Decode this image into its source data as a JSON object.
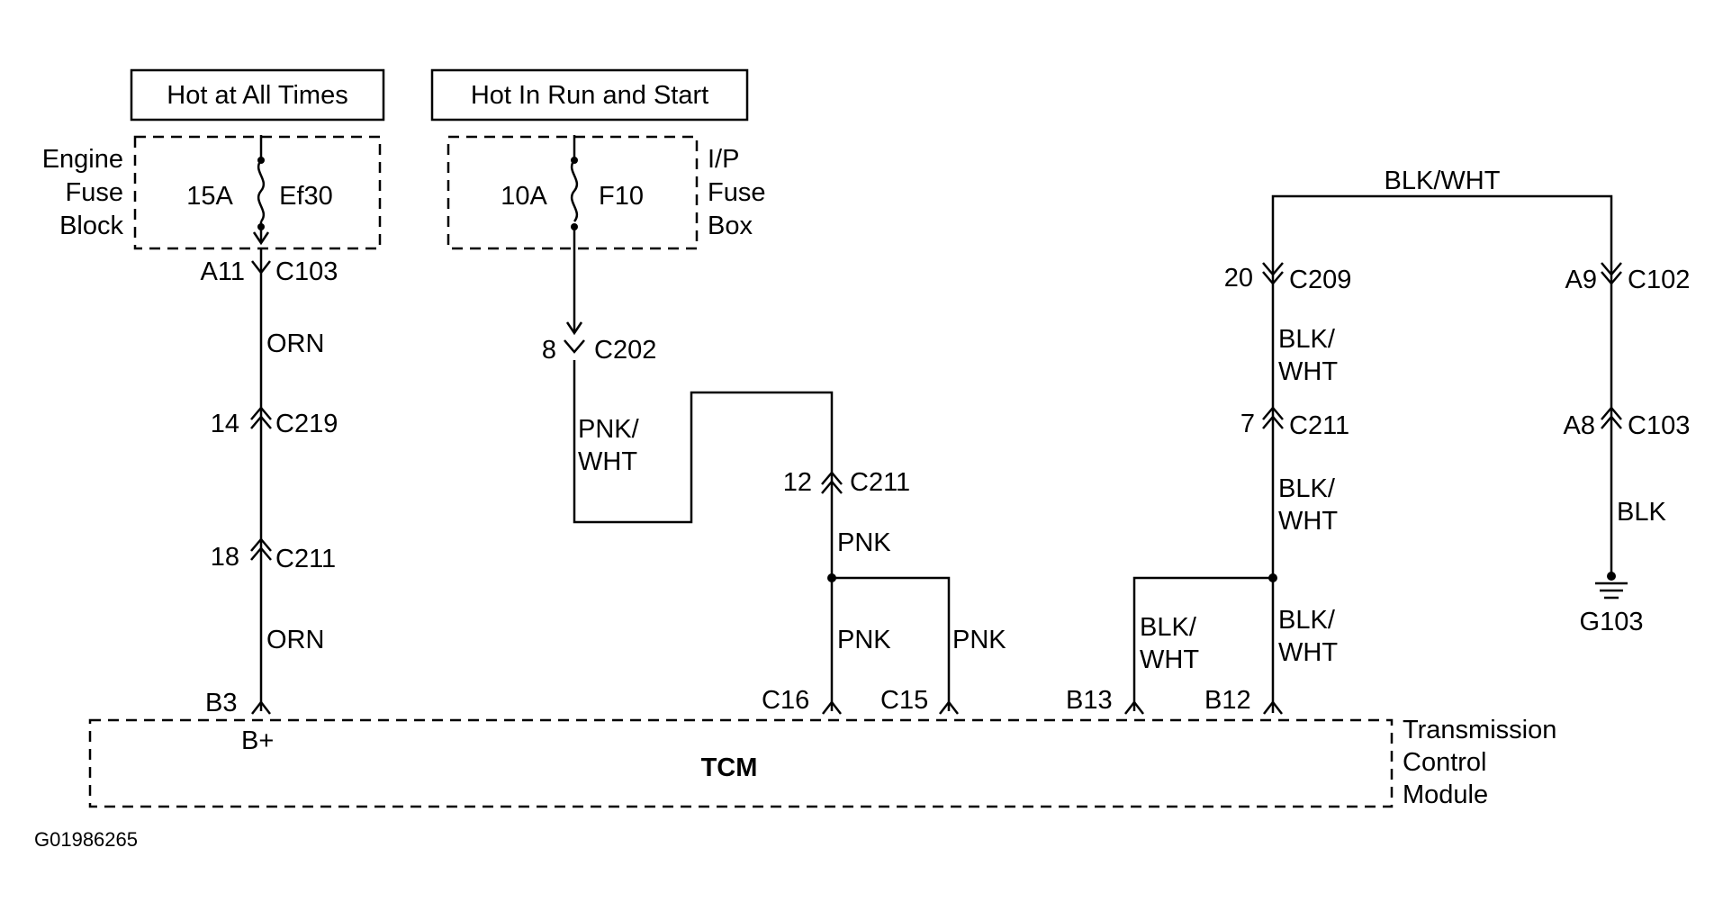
{
  "sources": {
    "hot_all_times": "Hot at All Times",
    "hot_run_start": "Hot In Run and Start"
  },
  "engine_fuse_block": {
    "label_line1": "Engine",
    "label_line2": "Fuse",
    "label_line3": "Block",
    "rating": "15A",
    "fuse": "Ef30"
  },
  "ip_fuse_box": {
    "label_line1": "I/P",
    "label_line2": "Fuse",
    "label_line3": "Box",
    "rating": "10A",
    "fuse": "F10"
  },
  "circuit_b_plus": {
    "conn1_pin": "A11",
    "conn1_id": "C103",
    "wire1": "ORN",
    "conn2_pin": "14",
    "conn2_id": "C219",
    "conn3_pin": "18",
    "conn3_id": "C211",
    "wire2": "ORN",
    "tcm_pin": "B3",
    "tcm_terminal": "B+"
  },
  "circuit_ignition": {
    "conn1_pin": "8",
    "conn1_id": "C202",
    "wire1_line1": "PNK/",
    "wire1_line2": "WHT",
    "conn2_pin": "12",
    "conn2_id": "C211",
    "wire2": "PNK",
    "wire3": "PNK",
    "wire4": "PNK",
    "tcm_pin1": "C16",
    "tcm_pin2": "C15"
  },
  "circuit_ground": {
    "top_wire": "BLK/WHT",
    "left_conn1_pin": "20",
    "left_conn1_id": "C209",
    "left_wire1_line1": "BLK/",
    "left_wire1_line2": "WHT",
    "left_conn2_pin": "7",
    "left_conn2_id": "C211",
    "left_wire2_line1": "BLK/",
    "left_wire2_line2": "WHT",
    "left_wire3_line1": "BLK/",
    "left_wire3_line2": "WHT",
    "branch_wire_line1": "BLK/",
    "branch_wire_line2": "WHT",
    "tcm_pin1": "B13",
    "tcm_pin2": "B12",
    "right_conn1_pin": "A9",
    "right_conn1_id": "C102",
    "right_conn2_pin": "A8",
    "right_conn2_id": "C103",
    "right_wire": "BLK",
    "ground_id": "G103"
  },
  "tcm": {
    "name": "TCM",
    "label_line1": "Transmission",
    "label_line2": "Control",
    "label_line3": "Module"
  },
  "figure_id": "G01986265"
}
